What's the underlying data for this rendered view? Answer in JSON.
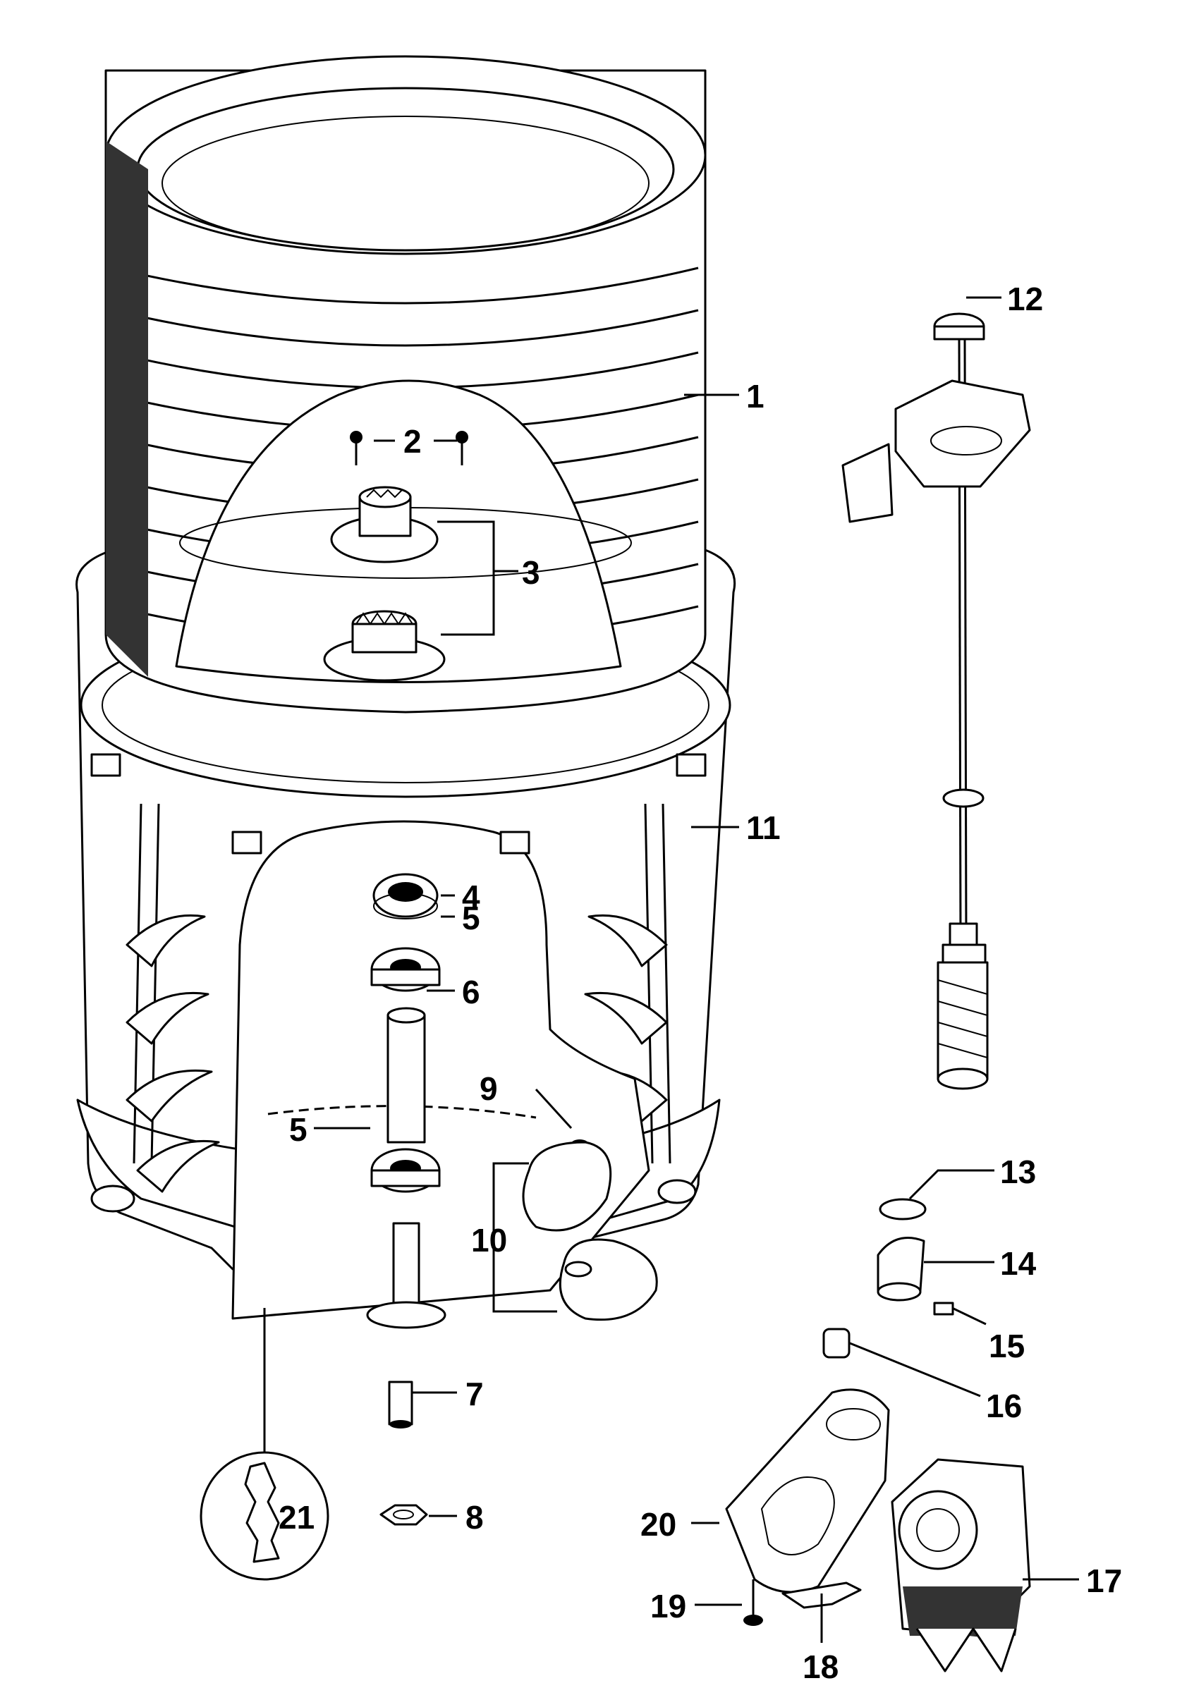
{
  "callouts": [
    {
      "id": "c1",
      "text": "1"
    },
    {
      "id": "c2",
      "text": "2"
    },
    {
      "id": "c3",
      "text": "3"
    },
    {
      "id": "c4",
      "text": "4"
    },
    {
      "id": "c5a",
      "text": "5"
    },
    {
      "id": "c5b",
      "text": "5"
    },
    {
      "id": "c6",
      "text": "6"
    },
    {
      "id": "c7",
      "text": "7"
    },
    {
      "id": "c8",
      "text": "8"
    },
    {
      "id": "c9",
      "text": "9"
    },
    {
      "id": "c10",
      "text": "10"
    },
    {
      "id": "c11",
      "text": "11"
    },
    {
      "id": "c12",
      "text": "12"
    },
    {
      "id": "c13",
      "text": "13"
    },
    {
      "id": "c14",
      "text": "14"
    },
    {
      "id": "c15",
      "text": "15"
    },
    {
      "id": "c16",
      "text": "16"
    },
    {
      "id": "c17",
      "text": "17"
    },
    {
      "id": "c18",
      "text": "18"
    },
    {
      "id": "c19",
      "text": "19"
    },
    {
      "id": "c20",
      "text": "20"
    },
    {
      "id": "c21",
      "text": "21"
    }
  ]
}
